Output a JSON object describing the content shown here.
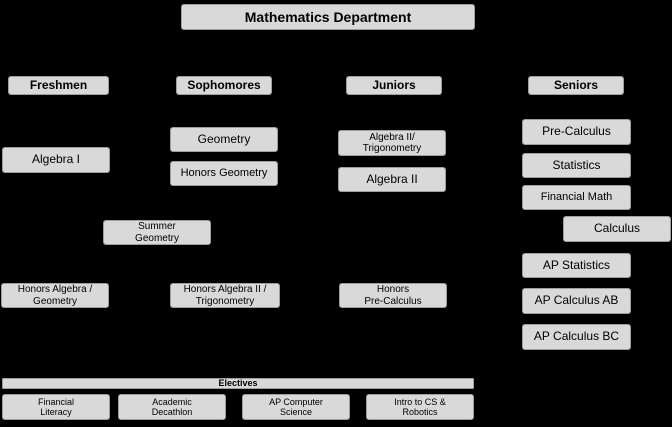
{
  "title": "Mathematics Department",
  "grades": {
    "freshmen": "Freshmen",
    "sophomores": "Sophomores",
    "juniors": "Juniors",
    "seniors": "Seniors"
  },
  "freshmen": {
    "algebra1": "Algebra I",
    "honors_alg_geo": "Honors Algebra /\nGeometry"
  },
  "sophomores": {
    "geometry": "Geometry",
    "honors_geometry": "Honors Geometry",
    "summer_geometry": "Summer\nGeometry",
    "honors_alg2_trig": "Honors Algebra II /\nTrigonometry"
  },
  "juniors": {
    "alg2_trig": "Algebra II/\nTrigonometry",
    "algebra2": "Algebra II",
    "honors_precalc": "Honors\nPre-Calculus"
  },
  "seniors": {
    "precalc": "Pre-Calculus",
    "statistics": "Statistics",
    "financial_math": "Financial Math",
    "calculus": "Calculus",
    "ap_statistics": "AP Statistics",
    "ap_calc_ab": "AP Calculus AB",
    "ap_calc_bc": "AP Calculus BC"
  },
  "electives": {
    "label": "Electives",
    "items": [
      "Financial\nLiteracy",
      "Academic\nDecathlon",
      "AP Computer\nScience",
      "Intro to CS &\nRobotics"
    ]
  }
}
